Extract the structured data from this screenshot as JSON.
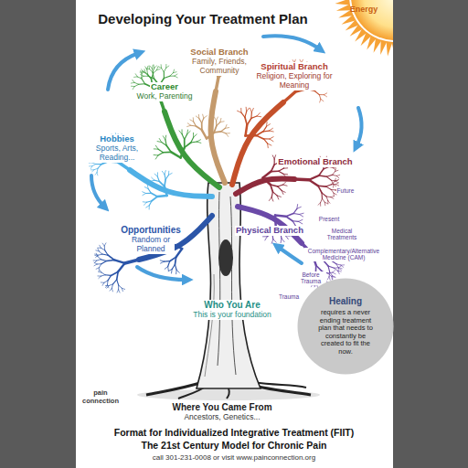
{
  "diagram": {
    "title": "Developing Your Treatment Plan",
    "caption": "Format for Individualized Integrative Treatment (FIIT)",
    "nodes": [
      {
        "text": [
          "Healing",
          "requires a never ending treatment plan that needs to constantly be created to fit the now."
        ]
      }
    ],
    "labels": [
      "Energy",
      "Social Branch",
      "Family, Friends, Community",
      "Spiritual Branch",
      "Religion, Exploring for Meaning",
      "Career",
      "Work, Parenting",
      "Hobbies",
      "Sports, Arts, Reading...",
      "Emotional Branch",
      "Future",
      "Present",
      "Medical Treatments",
      "Complementary/Alternative Medicine (CAM)",
      "Opportunities",
      "Random or Planned",
      "Physical Branch",
      "Before Trauma",
      "Trauma",
      "Who You Are",
      "This is your foundation",
      "pain connection",
      "Where You Came From",
      "Ancestors, Genetics...",
      "The 21st Century Model for Chronic Pain",
      "call 301-231-0008 or visit www.painconnection.org"
    ]
  }
}
